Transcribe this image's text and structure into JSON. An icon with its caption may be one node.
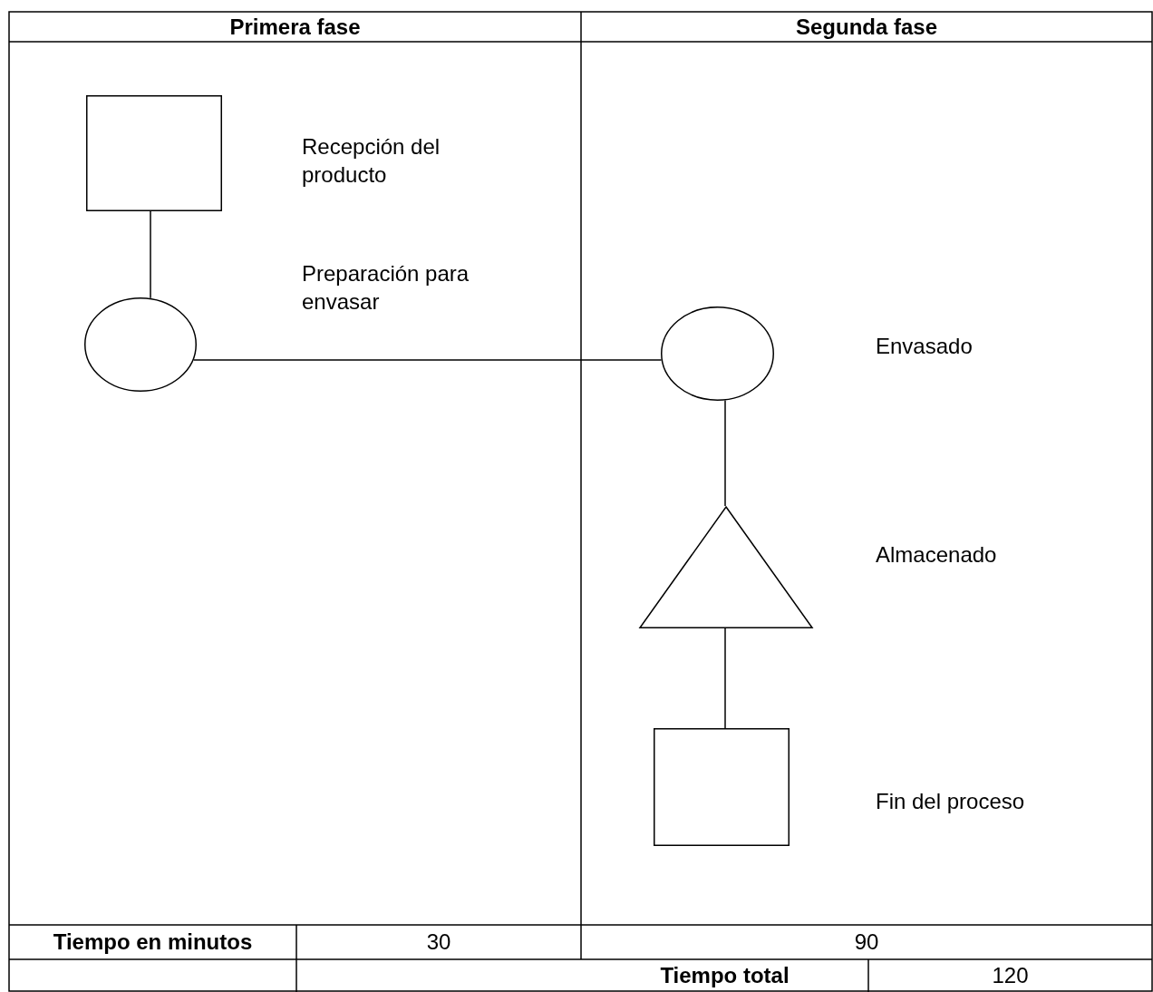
{
  "diagram": {
    "nodes": [
      {
        "text": [],
        "shape": "box"
      },
      {
        "text": [],
        "shape": "circle"
      },
      {
        "text": [],
        "shape": "circle"
      },
      {
        "text": [],
        "shape": "triangle"
      },
      {
        "text": [],
        "shape": "box"
      }
    ],
    "edges": [
      {
        "from": 0,
        "to": 1,
        "arrow": "none"
      },
      {
        "from": 1,
        "to": 2,
        "arrow": "none"
      },
      {
        "from": 2,
        "to": 3,
        "arrow": "none"
      },
      {
        "from": 3,
        "to": 4,
        "arrow": "none"
      }
    ],
    "labels": [
      "Primera fase",
      "Segunda fase",
      "Recepción del producto",
      "Preparación para envasar",
      "Envasado",
      "Almacenado",
      "Fin del proceso",
      "Tiempo en minutos",
      "30",
      "90",
      "Tiempo total",
      "120"
    ]
  }
}
